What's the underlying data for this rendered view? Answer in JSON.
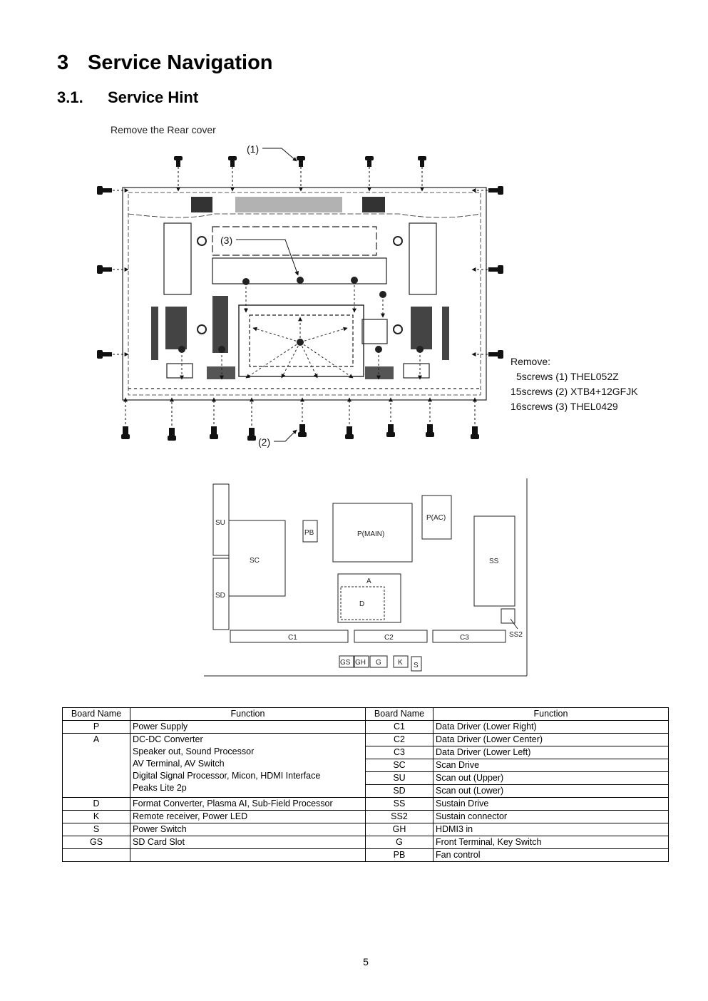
{
  "heading": {
    "number": "3",
    "title": "Service Navigation"
  },
  "subheading": {
    "number": "3.1.",
    "title": "Service Hint"
  },
  "figure1": {
    "caption": "Remove the Rear cover",
    "callout1": "(1)",
    "callout2": "(2)",
    "callout3": "(3)",
    "remove_title": "Remove:",
    "remove_lines": [
      "5screws (1) THEL052Z",
      "15screws (2) XTB4+12GFJK",
      "16screws (3) THEL0429"
    ]
  },
  "figure2": {
    "boards": [
      "SU",
      "SD",
      "SC",
      "PB",
      "P(MAIN)",
      "P(AC)",
      "SS",
      "A",
      "D",
      "SS2",
      "C1",
      "C2",
      "C3",
      "GS",
      "GH",
      "G",
      "K",
      "S"
    ]
  },
  "table": {
    "headers": [
      "Board Name",
      "Function",
      "Board Name",
      "Function"
    ],
    "rows": [
      {
        "b1": "P",
        "f1": "Power Supply",
        "b2": "C1",
        "f2": "Data Driver  (Lower Right)"
      },
      {
        "b1": "A",
        "f1_lines": [
          "DC-DC Converter",
          "Speaker out, Sound Processor",
          "AV Terminal, AV Switch",
          "Digital Signal Processor, Micon, HDMI Interface",
          "Peaks Lite 2p"
        ]
      },
      {
        "b2": "C2",
        "f2": "Data Driver  (Lower Center)"
      },
      {
        "b2": "C3",
        "f2": "Data Driver (Lower Left)"
      },
      {
        "b2": "SC",
        "f2": "Scan Drive"
      },
      {
        "b2": "SU",
        "f2": "Scan out (Upper)"
      },
      {
        "b2": "SD",
        "f2": "Scan out (Lower)"
      },
      {
        "b1": "D",
        "f1": "Format Converter, Plasma AI, Sub-Field Processor",
        "b2": "SS",
        "f2": "Sustain Drive"
      },
      {
        "b1": "K",
        "f1": "Remote receiver, Power LED",
        "b2": "SS2",
        "f2": "Sustain connector"
      },
      {
        "b1": "S",
        "f1": "Power Switch",
        "b2": "GH",
        "f2": "HDMI3 in"
      },
      {
        "b1": "GS",
        "f1": "SD Card Slot",
        "b2": "G",
        "f2": "Front Terminal, Key Switch"
      },
      {
        "b1": "",
        "f1": "",
        "b2": "PB",
        "f2": "Fan control"
      }
    ]
  },
  "page_number": "5"
}
